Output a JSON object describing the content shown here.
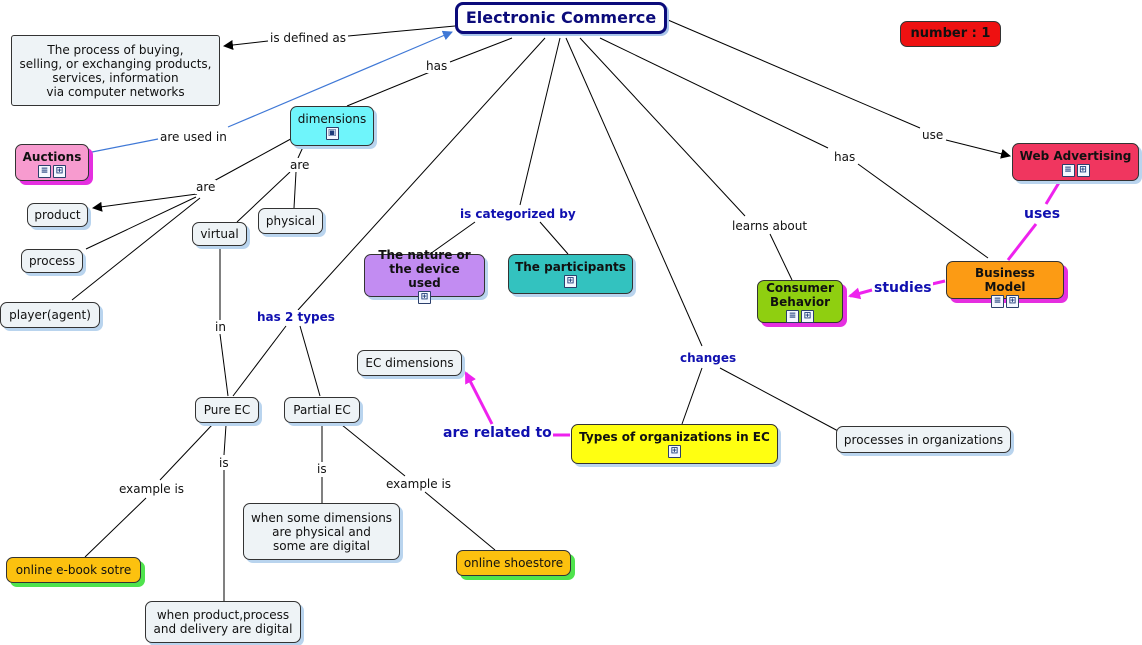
{
  "nodes": {
    "ec": {
      "text": "Electronic Commerce"
    },
    "definition": {
      "text": "The process of buying,\nselling, or exchanging products,\nservices, information\nvia computer networks"
    },
    "number": {
      "text": "number : 1"
    },
    "dimensions": {
      "text": "dimensions"
    },
    "auctions": {
      "text": "Auctions"
    },
    "product": {
      "text": "product"
    },
    "process": {
      "text": "process"
    },
    "player": {
      "text": "player(agent)"
    },
    "virtual": {
      "text": "virtual"
    },
    "physical": {
      "text": "physical"
    },
    "nature": {
      "text": "The nature or\nthe device used"
    },
    "participants": {
      "text": "The participants"
    },
    "consumer": {
      "text": "Consumer\nBehavior"
    },
    "bizmodel": {
      "text": "Business Model"
    },
    "webadv": {
      "text": "Web Advertising"
    },
    "ecdim": {
      "text": "EC dimensions"
    },
    "types_org": {
      "text": "Types of organizations in EC"
    },
    "proc_org": {
      "text": "processes in organizations"
    },
    "pure": {
      "text": "Pure EC"
    },
    "partial": {
      "text": "Partial EC"
    },
    "some_dims": {
      "text": "when some dimensions\nare physical and\nsome are digital"
    },
    "ebook": {
      "text": "online e-book sotre"
    },
    "shoestore": {
      "text": "online shoestore"
    },
    "digital": {
      "text": "when product,process\nand delivery are digital"
    }
  },
  "labels": {
    "is_defined_as": "is defined as",
    "has1": "has",
    "are_used_in": "are used in",
    "are1": "are",
    "are2": "are",
    "is_categorized_by": "is categorized by",
    "use": "use",
    "has2": "has",
    "learns_about": "learns about",
    "uses": "uses",
    "studies": "studies",
    "in": "in",
    "has_2_types": "has 2 types",
    "changes": "changes",
    "are_related_to": "are related to",
    "example_is1": "example is",
    "is1": "is",
    "is2": "is",
    "example_is2": "example is"
  },
  "icons": {
    "document": "document-icon",
    "hierarchy": "hierarchy-icon",
    "image": "image-icon"
  },
  "colors": {
    "ec_border": "#0b0b7a",
    "number_fill": "#ee1111",
    "dimensions_fill": "#6ff5fb",
    "auctions_fill": "#f79bcf",
    "nature_fill": "#c28cf2",
    "participants_fill": "#33c2bf",
    "consumer_fill": "#8fcf10",
    "bizmodel_fill": "#fc9b14",
    "webadv_fill": "#f0365f",
    "types_fill": "#ffff11",
    "yellow_orange_fill": "#fcc10f",
    "magenta_arrow": "#ee22ee",
    "blue_arrow": "#3f78d6"
  }
}
